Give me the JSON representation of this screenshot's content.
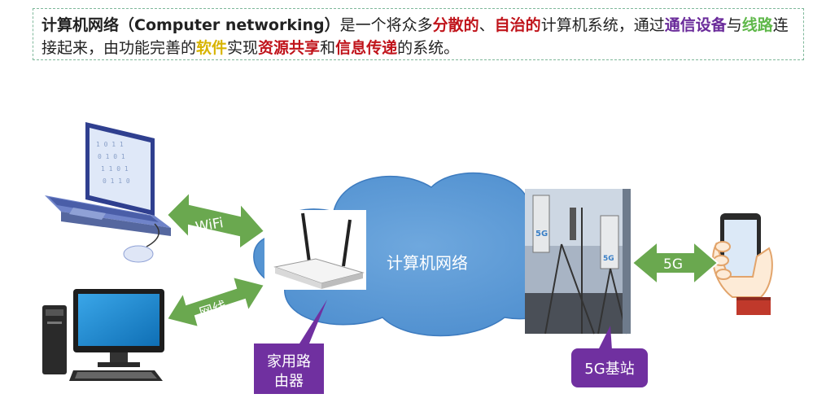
{
  "definition": {
    "segments": [
      {
        "text": "计算机网络（Computer networking）",
        "style": "c-dark"
      },
      {
        "text": "是一个将众多",
        "style": ""
      },
      {
        "text": "分散的",
        "style": "c-red"
      },
      {
        "text": "、",
        "style": ""
      },
      {
        "text": "自治的",
        "style": "c-red"
      },
      {
        "text": "计算机系统，通过",
        "style": ""
      },
      {
        "text": "通信设备",
        "style": "c-purple"
      },
      {
        "text": "与",
        "style": ""
      },
      {
        "text": "线路",
        "style": "c-green"
      },
      {
        "text": "连接起来，由功能完善的",
        "style": ""
      },
      {
        "text": "软件",
        "style": "c-yellow"
      },
      {
        "text": "实现",
        "style": ""
      },
      {
        "text": "资源共享",
        "style": "c-red"
      },
      {
        "text": "和",
        "style": ""
      },
      {
        "text": "信息传递",
        "style": "c-red"
      },
      {
        "text": "的系统。",
        "style": ""
      }
    ]
  },
  "cloud": {
    "label": "计算机网络"
  },
  "links": {
    "wifi": "WiFi",
    "cable": "网线",
    "fiveg": "5G"
  },
  "callouts": {
    "router": [
      "家用路",
      "由器"
    ],
    "station": "5G基站"
  },
  "colors": {
    "cloud": "#5b9bd5",
    "arrow": "#6aa84f",
    "callout": "#7030a0",
    "border": "#7fb89a"
  }
}
